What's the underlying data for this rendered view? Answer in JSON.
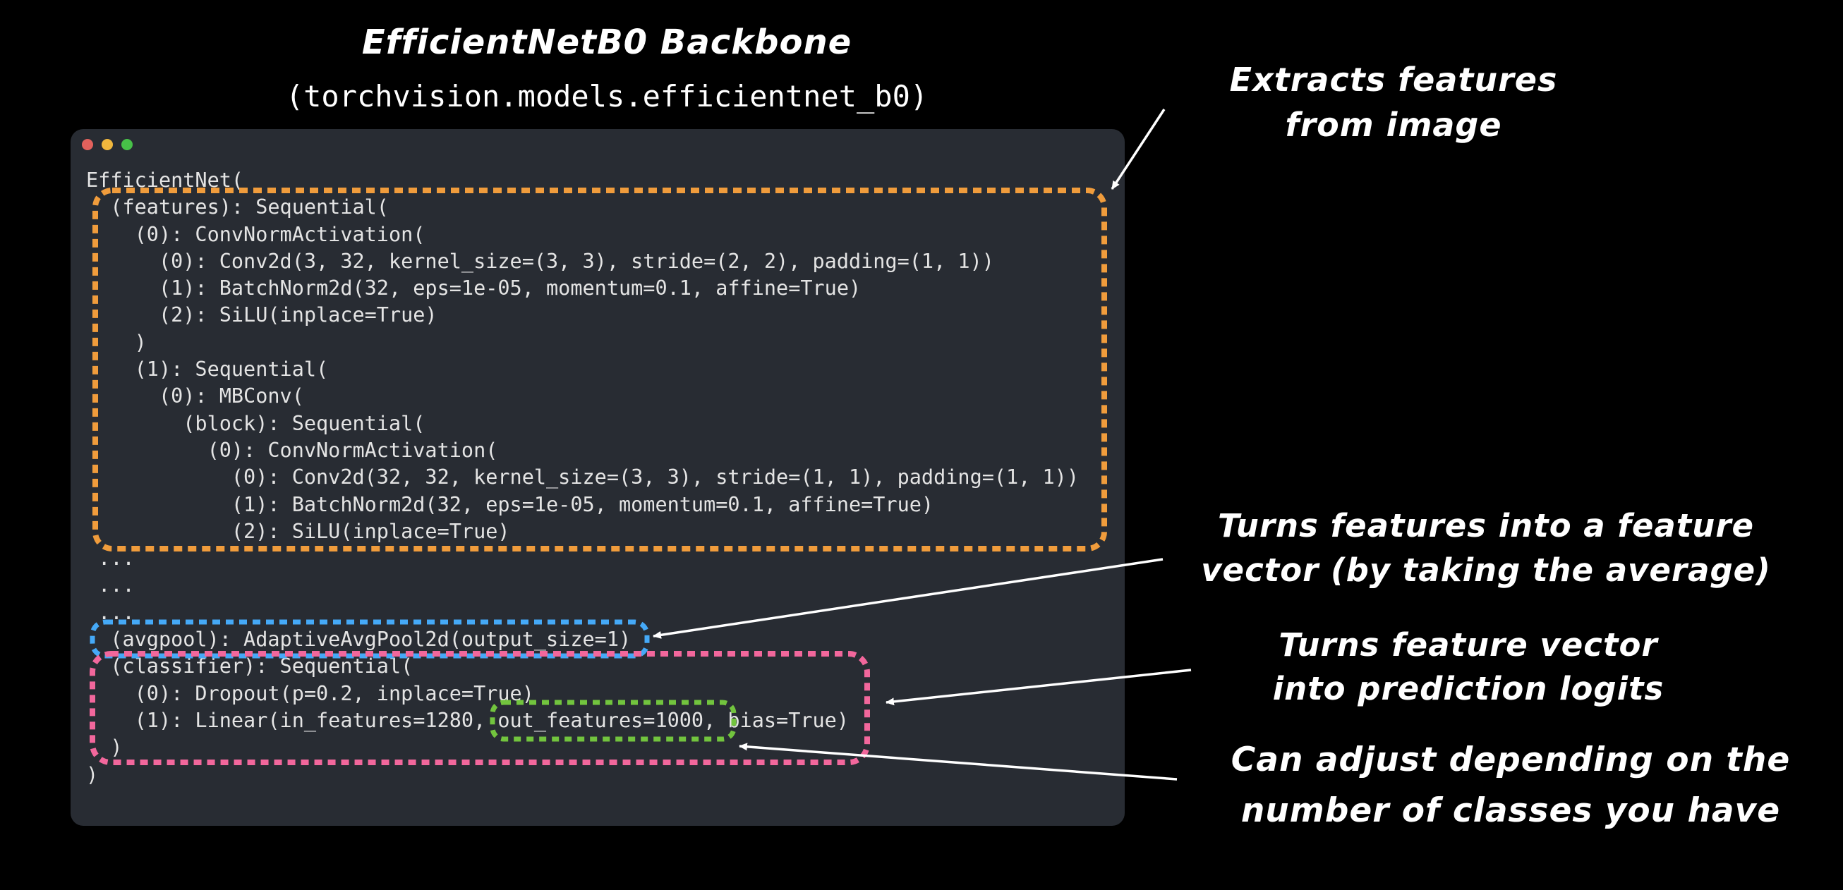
{
  "page": {
    "background": "#000000"
  },
  "header": {
    "title": "EfficientNetB0 Backbone",
    "subtitle": "(torchvision.models.efficientnet_b0)"
  },
  "window": {
    "background": "#282c33",
    "traffic_lights": [
      {
        "name": "close",
        "color": "#e2615c"
      },
      {
        "name": "minimize",
        "color": "#f0b73d"
      },
      {
        "name": "zoom",
        "color": "#47c148"
      }
    ]
  },
  "code": {
    "color": "#e4e4e4",
    "lines": [
      "EfficientNet(",
      "  (features): Sequential(",
      "    (0): ConvNormActivation(",
      "      (0): Conv2d(3, 32, kernel_size=(3, 3), stride=(2, 2), padding=(1, 1))",
      "      (1): BatchNorm2d(32, eps=1e-05, momentum=0.1, affine=True)",
      "      (2): SiLU(inplace=True)",
      "    )",
      "    (1): Sequential(",
      "      (0): MBConv(",
      "        (block): Sequential(",
      "          (0): ConvNormActivation(",
      "            (0): Conv2d(32, 32, kernel_size=(3, 3), stride=(1, 1), padding=(1, 1))",
      "            (1): BatchNorm2d(32, eps=1e-05, momentum=0.1, affine=True)",
      "            (2): SiLU(inplace=True)",
      " ...",
      " ...",
      " ...",
      "  (avgpool): AdaptiveAvgPool2d(output_size=1)",
      "  (classifier): Sequential(",
      "    (0): Dropout(p=0.2, inplace=True)",
      "    (1): Linear(in_features=1280, out_features=1000, bias=True)",
      "  )",
      ")"
    ]
  },
  "highlight_boxes": [
    {
      "id": "features-block",
      "color": "#f09c3c"
    },
    {
      "id": "avgpool-line",
      "color": "#45a9f7"
    },
    {
      "id": "classifier-block",
      "color": "#f2679c"
    },
    {
      "id": "out-features-value",
      "color": "#72c43e"
    }
  ],
  "annotations": [
    {
      "id": "extracts-features",
      "text": "Extracts features\nfrom image"
    },
    {
      "id": "feature-vector",
      "text": "Turns features into a feature\nvector (by taking the average)"
    },
    {
      "id": "prediction-logits",
      "text": "Turns feature vector\ninto prediction logits"
    },
    {
      "id": "adjust-classes",
      "text": "Can adjust depending on the\nnumber of classes you have"
    }
  ],
  "arrows": {
    "color": "#ffffff"
  }
}
